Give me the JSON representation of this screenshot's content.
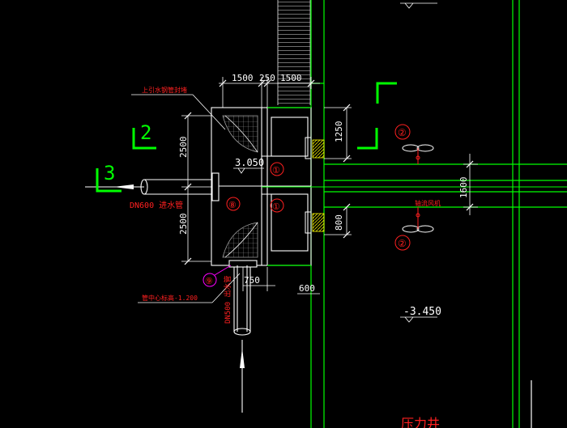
{
  "colors": {
    "background": "#000000",
    "wall": "#00ff00",
    "dimension": "#ffffff",
    "annotation": "#ff2020",
    "hatch": "#a0a0a0",
    "callout": "#ff00ff",
    "dim_text": "#ffff00"
  },
  "dimensions": {
    "top_left": "1500",
    "top_mid": "250",
    "top_right": "1500",
    "left_upper": "2500",
    "left_lower": "2500",
    "right_upper": "1250",
    "right_lower": "800",
    "corridor_width": "1600",
    "bottom_left": "750",
    "bottom_right": "600"
  },
  "elevations": {
    "upper": "3.050",
    "lower": "-3.450"
  },
  "section_marks": {
    "left": "3",
    "left_upper": "2",
    "right_upper": "",
    "right_lower": ""
  },
  "markers": {
    "pump_upper": "①",
    "pump_lower": "①",
    "fan_upper": "②",
    "fan_lower": "②",
    "center": "⑧",
    "bottom": "⑨"
  },
  "labels": {
    "top_note": "上引水钢管封堵",
    "inlet_pipe": "DN600 进水管",
    "outlet_pipe": "DN500 出水管",
    "pipe_center": "管中心标高-1.200",
    "fan_label": "轴流风机",
    "bottom_title": "压力井"
  }
}
